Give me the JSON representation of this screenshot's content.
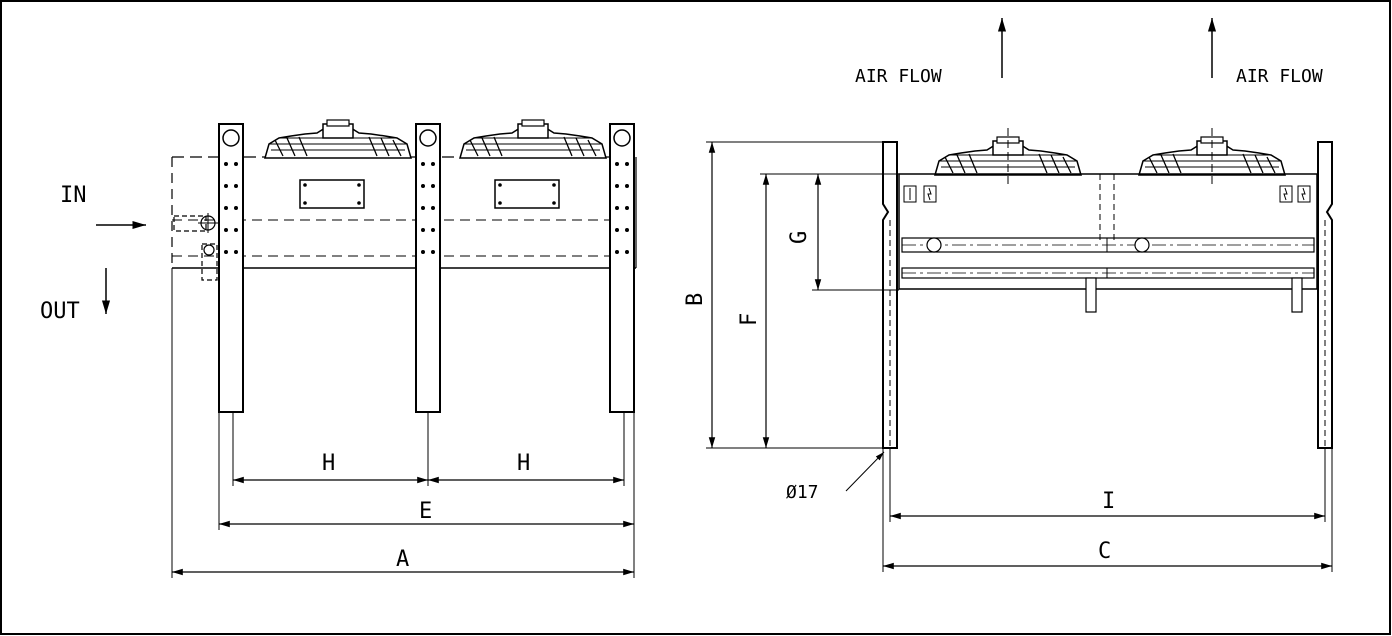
{
  "left_view": {
    "inlet_label": "IN",
    "outlet_label": "OUT",
    "dim_h1": "H",
    "dim_h2": "H",
    "dim_e": "E",
    "dim_a": "A"
  },
  "right_view": {
    "airflow_left": "AIR FLOW",
    "airflow_right": "AIR FLOW",
    "dim_b": "B",
    "dim_f": "F",
    "dim_g": "G",
    "dim_i": "I",
    "dim_c": "C",
    "hole_label": "Ø17"
  }
}
